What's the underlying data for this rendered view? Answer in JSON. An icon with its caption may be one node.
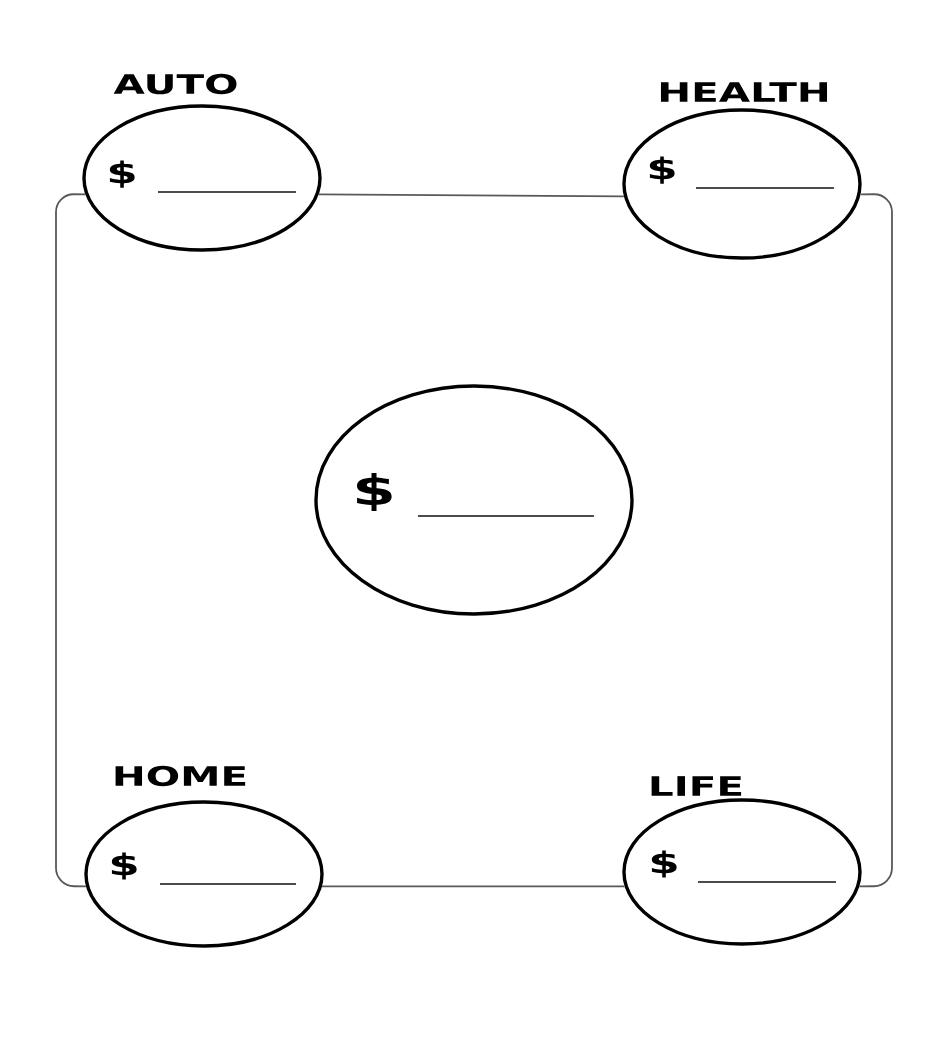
{
  "diagram": {
    "nodes": [
      {
        "text": [
          "AUTO",
          "$"
        ]
      },
      {
        "text": [
          "HEALTH",
          "$"
        ]
      },
      {
        "text": [
          "$"
        ]
      },
      {
        "text": [
          "HOME",
          "$"
        ]
      },
      {
        "text": [
          "LIFE",
          "$"
        ]
      }
    ],
    "edges": [
      {
        "from": 0,
        "to": 1,
        "arrow": "none"
      },
      {
        "from": 0,
        "to": 3,
        "arrow": "none"
      },
      {
        "from": 3,
        "to": 4,
        "arrow": "none"
      },
      {
        "from": 1,
        "to": 4,
        "arrow": "none"
      }
    ]
  }
}
